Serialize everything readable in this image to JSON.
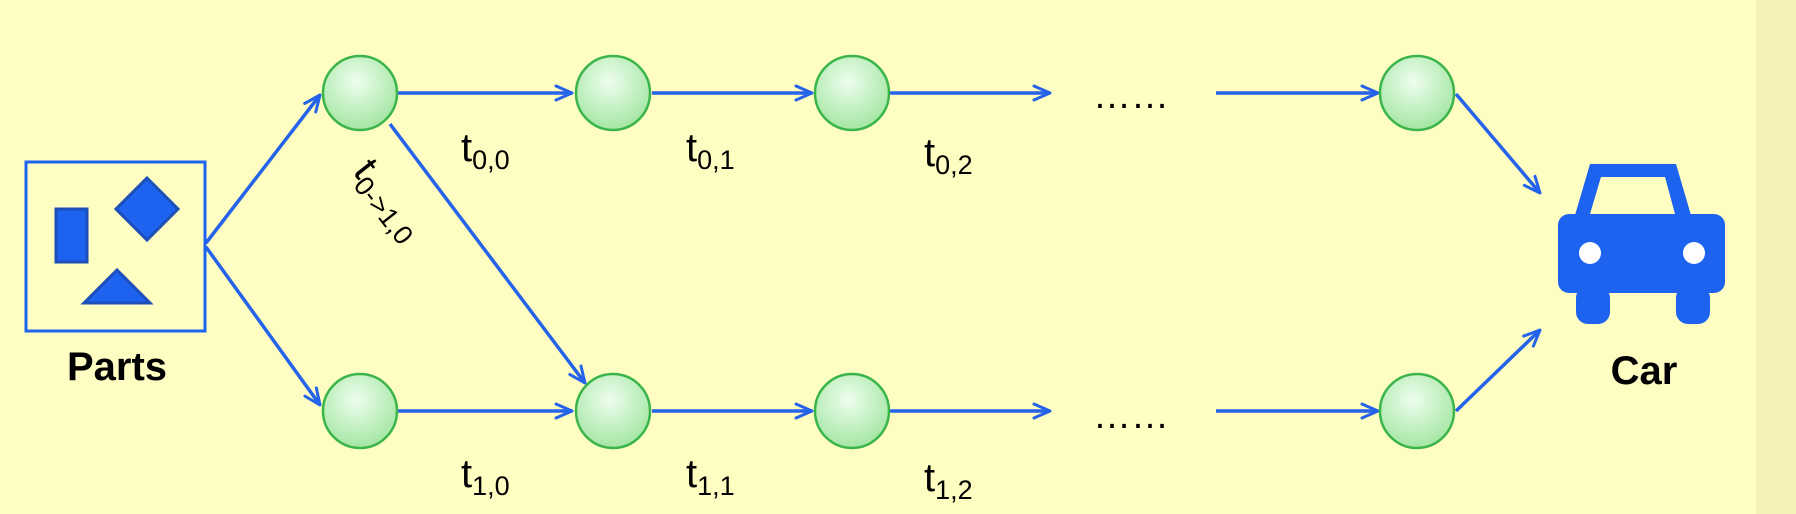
{
  "labels": {
    "parts": "Parts",
    "car": "Car",
    "ellipsis_top": "……",
    "ellipsis_bottom": "……"
  },
  "edge_labels": {
    "t00": {
      "base": "t",
      "sub": "0,0"
    },
    "t01": {
      "base": "t",
      "sub": "0,1"
    },
    "t02": {
      "base": "t",
      "sub": "0,2"
    },
    "t10": {
      "base": "t",
      "sub": "1,0"
    },
    "t11": {
      "base": "t",
      "sub": "1,1"
    },
    "t12": {
      "base": "t",
      "sub": "1,2"
    },
    "t_cross": {
      "base": "t",
      "sub": "0->1,0"
    }
  },
  "colors": {
    "background": "#fefdc2",
    "arrow": "#2563eb",
    "node_fill_light": "#e9fbe9",
    "node_fill_dark": "#9fe69f",
    "node_stroke": "#3bb54a",
    "icon_blue": "#1e62f0",
    "icon_stroke": "#1d4fb8",
    "text": "#000000"
  }
}
